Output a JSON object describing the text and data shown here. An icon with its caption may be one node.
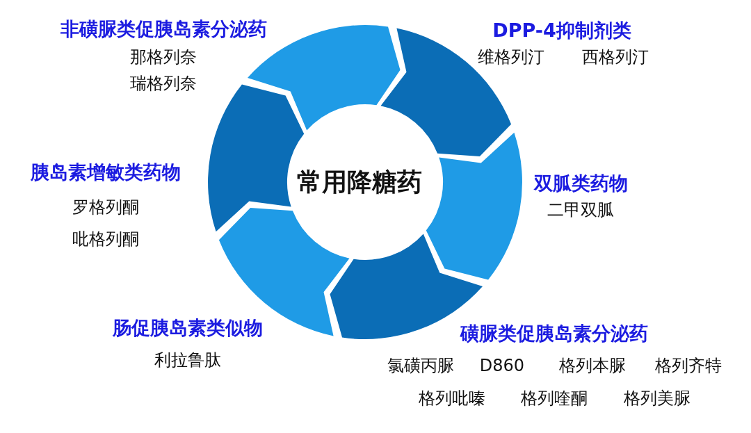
{
  "diagram": {
    "nodes": [
      {
        "text": [
          "非磺脲类促胰岛素分泌药",
          "那格列奈",
          "瑞格列奈"
        ]
      },
      {
        "text": [
          "DPP-4抑制剂类",
          "维格列汀",
          "西格列汀"
        ]
      },
      {
        "text": [
          "胰岛素增敏类药物",
          "罗格列酮",
          "吡格列酮"
        ]
      },
      {
        "text": [
          "常用降糖药"
        ]
      },
      {
        "text": [
          "双胍类药物",
          "二甲双胍"
        ]
      },
      {
        "text": [
          "肠促胰岛素类似物",
          "利拉鲁肽"
        ]
      },
      {
        "text": [
          "磺脲类促胰岛素分泌药",
          "氯磺丙脲",
          "D860",
          "格列本脲",
          "格列齐特",
          "格列吡嗪",
          "格列喹酮",
          "格列美脲"
        ]
      }
    ]
  }
}
